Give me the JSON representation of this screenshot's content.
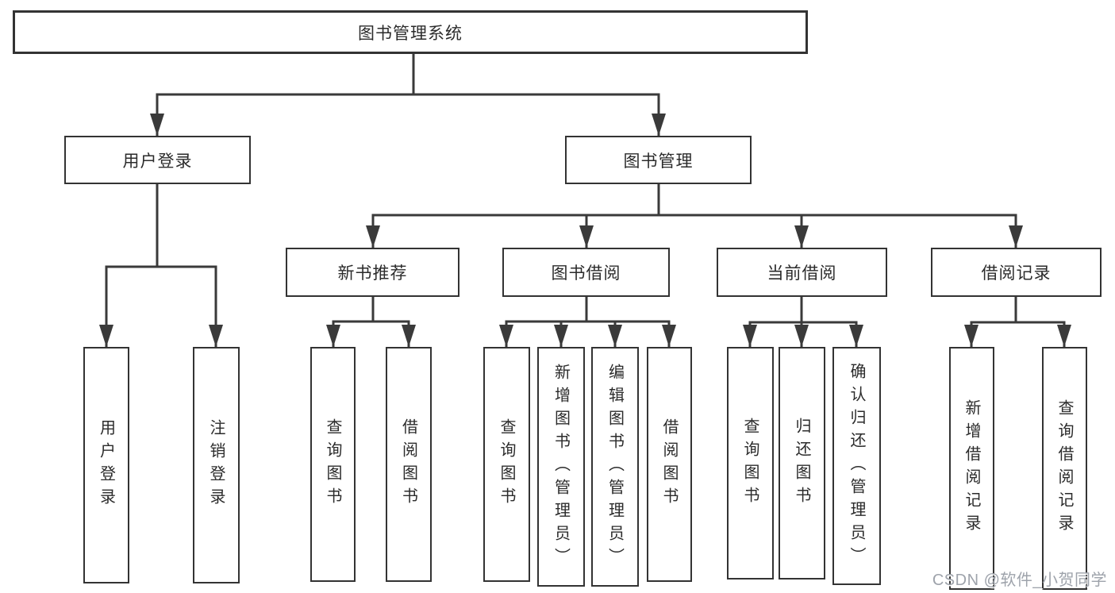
{
  "root_label": "图书管理系统",
  "branches": [
    {
      "label": "用户登录",
      "leaves": [
        "用户登录",
        "注销登录"
      ]
    },
    {
      "label": "图书管理"
    }
  ],
  "groups": [
    {
      "label": "新书推荐",
      "leaves": [
        "查询图书",
        "借阅图书"
      ]
    },
    {
      "label": "图书借阅",
      "leaves": [
        "查询图书",
        "新增图书（管理员）",
        "编辑图书（管理员）",
        "借阅图书"
      ]
    },
    {
      "label": "当前借阅",
      "leaves": [
        "查询图书",
        "归还图书",
        "确认归还（管理员）"
      ]
    },
    {
      "label": "借阅记录",
      "leaves": [
        "新增借阅记录",
        "查询借阅记录"
      ]
    }
  ],
  "watermark": "CSDN @软件_小贺同学",
  "colors": {
    "line": "#3a3a3a",
    "box_border": "#333333",
    "text": "#2b2b2b",
    "background": "#ffffff",
    "watermark": "#9ea3ab"
  }
}
